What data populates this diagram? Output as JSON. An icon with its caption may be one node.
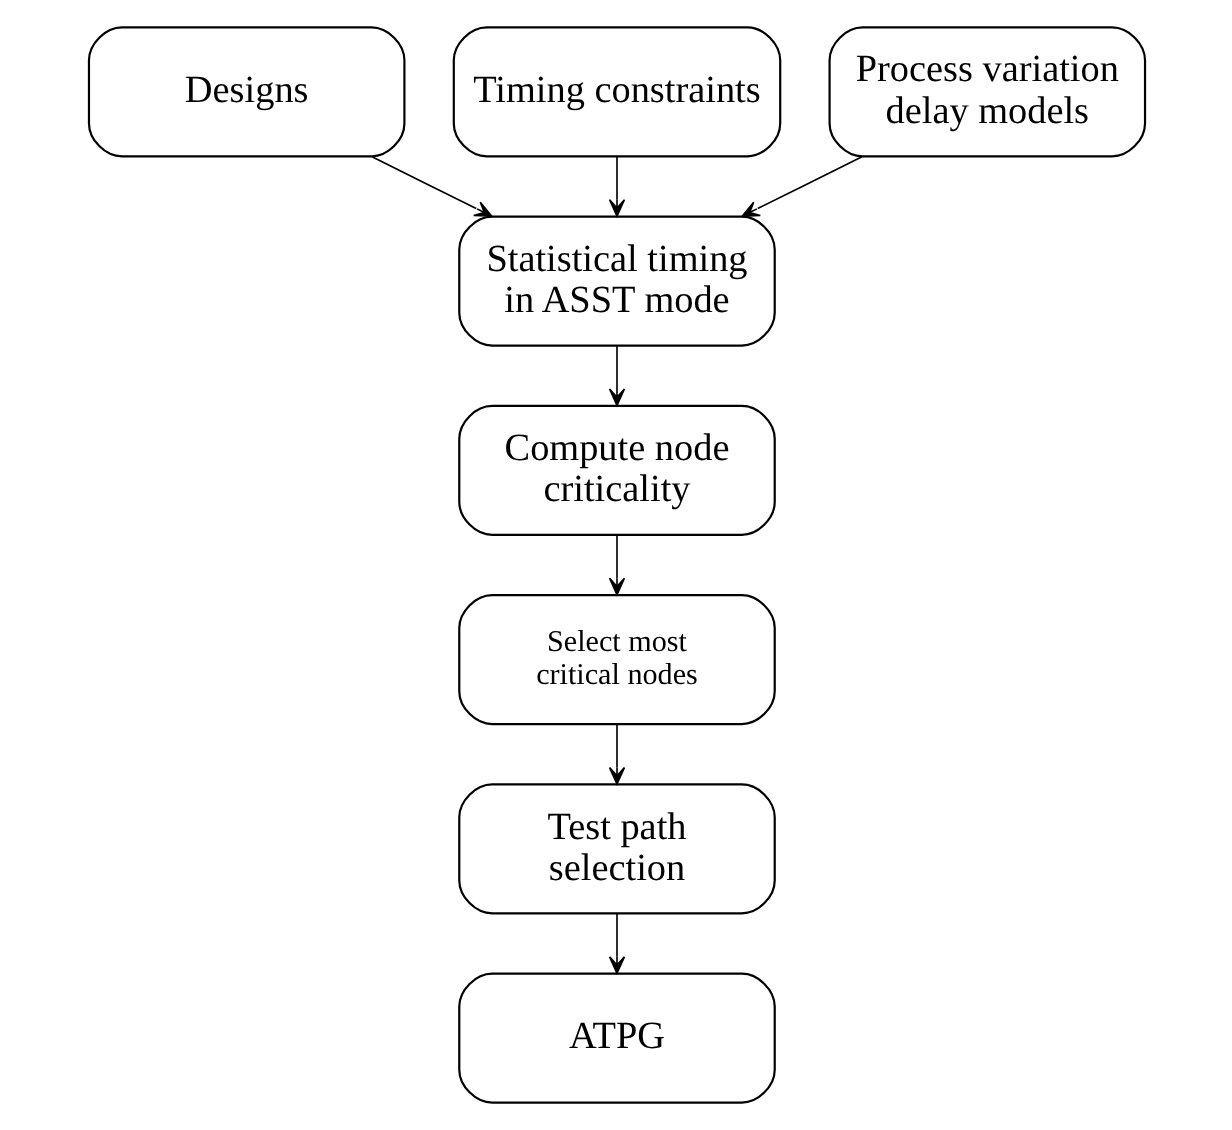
{
  "diagram": {
    "nodes": [
      {
        "text": [
          "Designs"
        ]
      },
      {
        "text": [
          "Timing constraints"
        ]
      },
      {
        "text": [
          "Process variation delay models"
        ]
      },
      {
        "text": [
          "Statistical timing in ASST mode"
        ]
      },
      {
        "text": [
          "Compute node criticality"
        ]
      },
      {
        "text": [
          "Select most critical nodes"
        ]
      },
      {
        "text": [
          "Test path selection"
        ]
      },
      {
        "text": [
          "ATPG"
        ]
      }
    ],
    "edges": [
      {
        "from": 0,
        "to": 3,
        "arrow": "to"
      },
      {
        "from": 1,
        "to": 3,
        "arrow": "to"
      },
      {
        "from": 2,
        "to": 3,
        "arrow": "to"
      },
      {
        "from": 3,
        "to": 4,
        "arrow": "to"
      },
      {
        "from": 4,
        "to": 5,
        "arrow": "to"
      },
      {
        "from": 5,
        "to": 6,
        "arrow": "to"
      },
      {
        "from": 6,
        "to": 7,
        "arrow": "to"
      }
    ]
  }
}
